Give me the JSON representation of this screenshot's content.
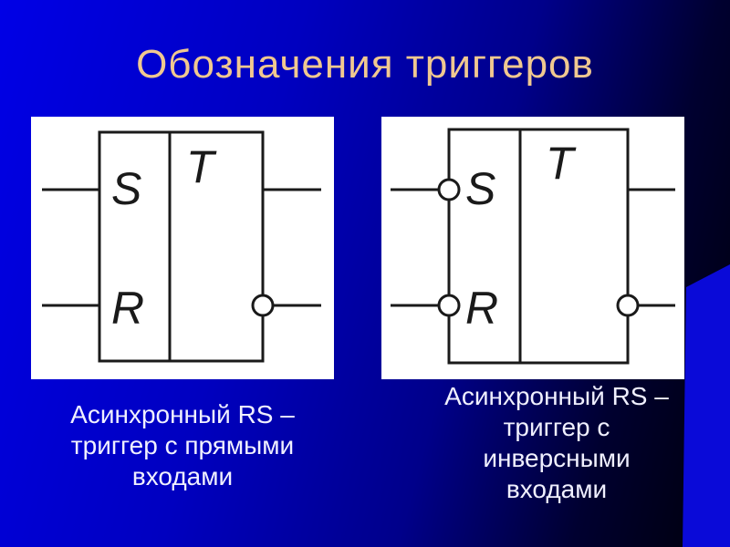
{
  "slide": {
    "title": "Обозначения триггеров"
  },
  "colors": {
    "title": "#f0c890",
    "background_start": "#0000e6",
    "background_end": "#000008",
    "panel": "#ffffff",
    "line": "#1a1a1a",
    "caption": "#f0f0ff"
  },
  "diagrams": [
    {
      "type_label": "T",
      "inputs": [
        "S",
        "R"
      ],
      "inverted_inputs": false,
      "inverted_output": "bottom",
      "caption_lines": [
        "Асинхронный RS  –",
        "триггер с прямыми",
        "входами"
      ]
    },
    {
      "type_label": "T",
      "inputs": [
        "S",
        "R"
      ],
      "inverted_inputs": true,
      "inverted_output": "bottom",
      "caption_lines": [
        "Асинхронный RS –",
        "триггер с",
        "инверсными",
        "входами"
      ]
    }
  ]
}
